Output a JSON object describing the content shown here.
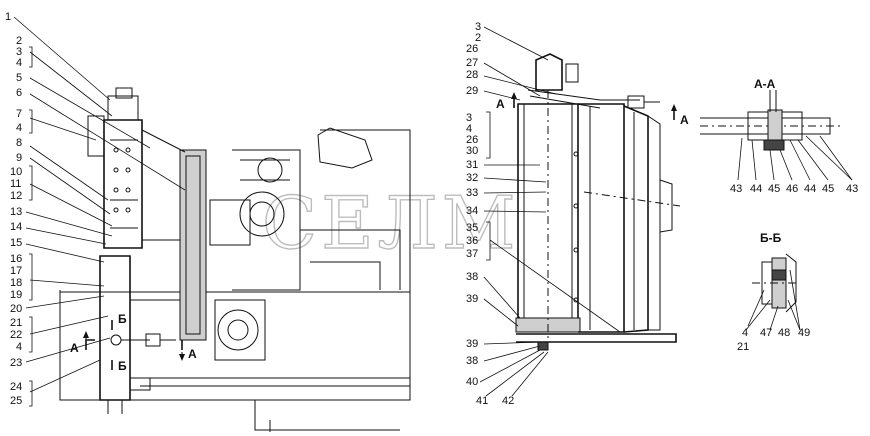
{
  "watermark": "СЕЛМ",
  "section_labels": {
    "aa_title": "А-А",
    "bb_title": "Б-Б",
    "a_mark": "А",
    "b_mark": "Б"
  },
  "left_callouts": [
    {
      "id": "c1",
      "text": "1"
    },
    {
      "id": "c2",
      "text": "2"
    },
    {
      "id": "c3",
      "text": "3"
    },
    {
      "id": "c4",
      "text": "4"
    },
    {
      "id": "c5",
      "text": "5"
    },
    {
      "id": "c6",
      "text": "6"
    },
    {
      "id": "c7",
      "text": "7"
    },
    {
      "id": "c4b",
      "text": "4"
    },
    {
      "id": "c8",
      "text": "8"
    },
    {
      "id": "c9",
      "text": "9"
    },
    {
      "id": "c10",
      "text": "10"
    },
    {
      "id": "c11",
      "text": "11"
    },
    {
      "id": "c12",
      "text": "12"
    },
    {
      "id": "c13",
      "text": "13"
    },
    {
      "id": "c14",
      "text": "14"
    },
    {
      "id": "c15",
      "text": "15"
    },
    {
      "id": "c16",
      "text": "16"
    },
    {
      "id": "c17",
      "text": "17"
    },
    {
      "id": "c18",
      "text": "18"
    },
    {
      "id": "c19",
      "text": "19"
    },
    {
      "id": "c20",
      "text": "20"
    },
    {
      "id": "c21",
      "text": "21"
    },
    {
      "id": "c22",
      "text": "22"
    },
    {
      "id": "c4c",
      "text": "4"
    },
    {
      "id": "c23",
      "text": "23"
    },
    {
      "id": "c24",
      "text": "24"
    },
    {
      "id": "c25",
      "text": "25"
    }
  ],
  "middle_callouts": [
    {
      "id": "m3",
      "text": "3"
    },
    {
      "id": "m2",
      "text": "2"
    },
    {
      "id": "m26",
      "text": "26"
    },
    {
      "id": "m27",
      "text": "27"
    },
    {
      "id": "m28",
      "text": "28"
    },
    {
      "id": "m29",
      "text": "29"
    },
    {
      "id": "m3b",
      "text": "3"
    },
    {
      "id": "m4",
      "text": "4"
    },
    {
      "id": "m26b",
      "text": "26"
    },
    {
      "id": "m30",
      "text": "30"
    },
    {
      "id": "m31",
      "text": "31"
    },
    {
      "id": "m32",
      "text": "32"
    },
    {
      "id": "m33",
      "text": "33"
    },
    {
      "id": "m34",
      "text": "34"
    },
    {
      "id": "m35",
      "text": "35"
    },
    {
      "id": "m36",
      "text": "36"
    },
    {
      "id": "m37",
      "text": "37"
    },
    {
      "id": "m38",
      "text": "38"
    },
    {
      "id": "m39",
      "text": "39"
    },
    {
      "id": "m39b",
      "text": "39"
    },
    {
      "id": "m38b",
      "text": "38"
    },
    {
      "id": "m40",
      "text": "40"
    },
    {
      "id": "m41",
      "text": "41"
    },
    {
      "id": "m42",
      "text": "42"
    }
  ],
  "aa_callouts": [
    {
      "id": "a43",
      "text": "43"
    },
    {
      "id": "a44",
      "text": "44"
    },
    {
      "id": "a45",
      "text": "45"
    },
    {
      "id": "a46",
      "text": "46"
    },
    {
      "id": "a44b",
      "text": "44"
    },
    {
      "id": "a45b",
      "text": "45"
    },
    {
      "id": "a43b",
      "text": "43"
    }
  ],
  "bb_callouts": [
    {
      "id": "b4",
      "text": "4"
    },
    {
      "id": "b21",
      "text": "21"
    },
    {
      "id": "b47",
      "text": "47"
    },
    {
      "id": "b48",
      "text": "48"
    },
    {
      "id": "b49",
      "text": "49"
    }
  ]
}
